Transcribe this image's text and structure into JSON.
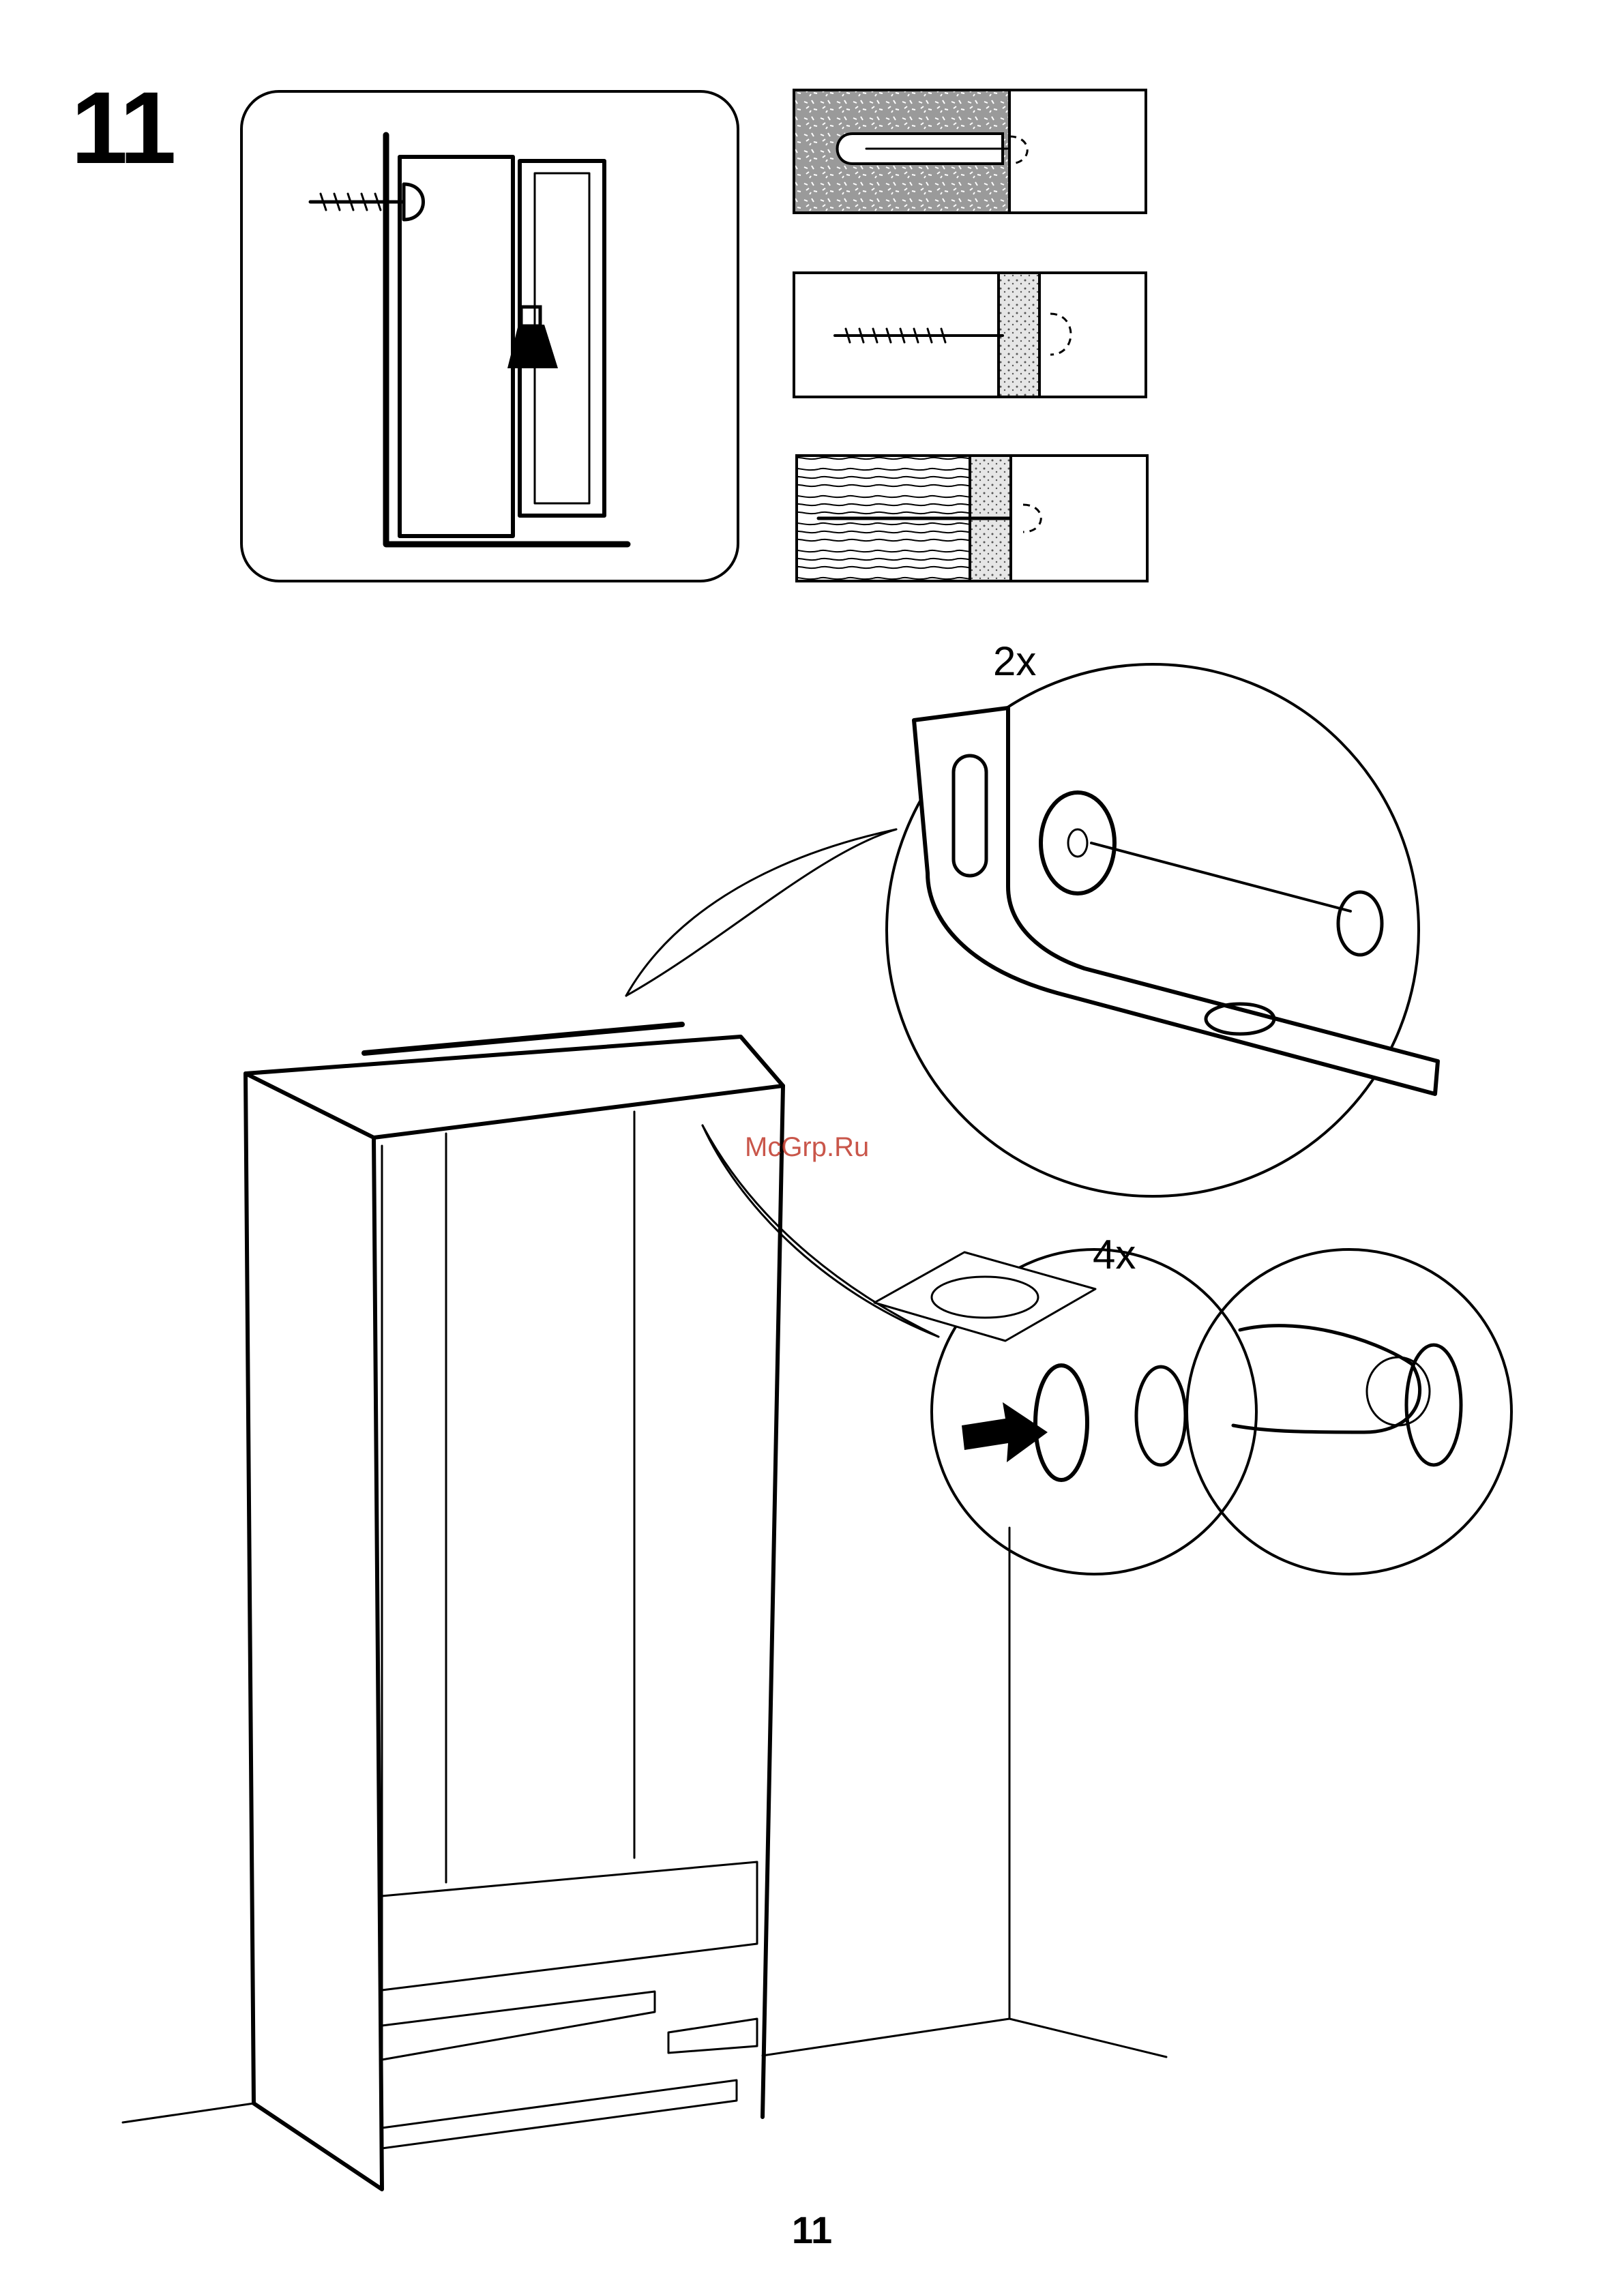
{
  "step": {
    "number": "11"
  },
  "callouts": {
    "brackets_qty": "2x",
    "caps_qty": "4x"
  },
  "footer": {
    "page_number": "11"
  },
  "watermark": {
    "text": "McGrp.Ru"
  },
  "colors": {
    "line": "#000000",
    "background": "#ffffff",
    "concrete_fill": "#9a9a9a",
    "watermark": "#c0392b"
  },
  "icons": [
    "weight-icon",
    "screw-icon",
    "arrow-right-icon",
    "wall-bracket-icon",
    "cover-cap-icon",
    "thumb-press-icon"
  ]
}
